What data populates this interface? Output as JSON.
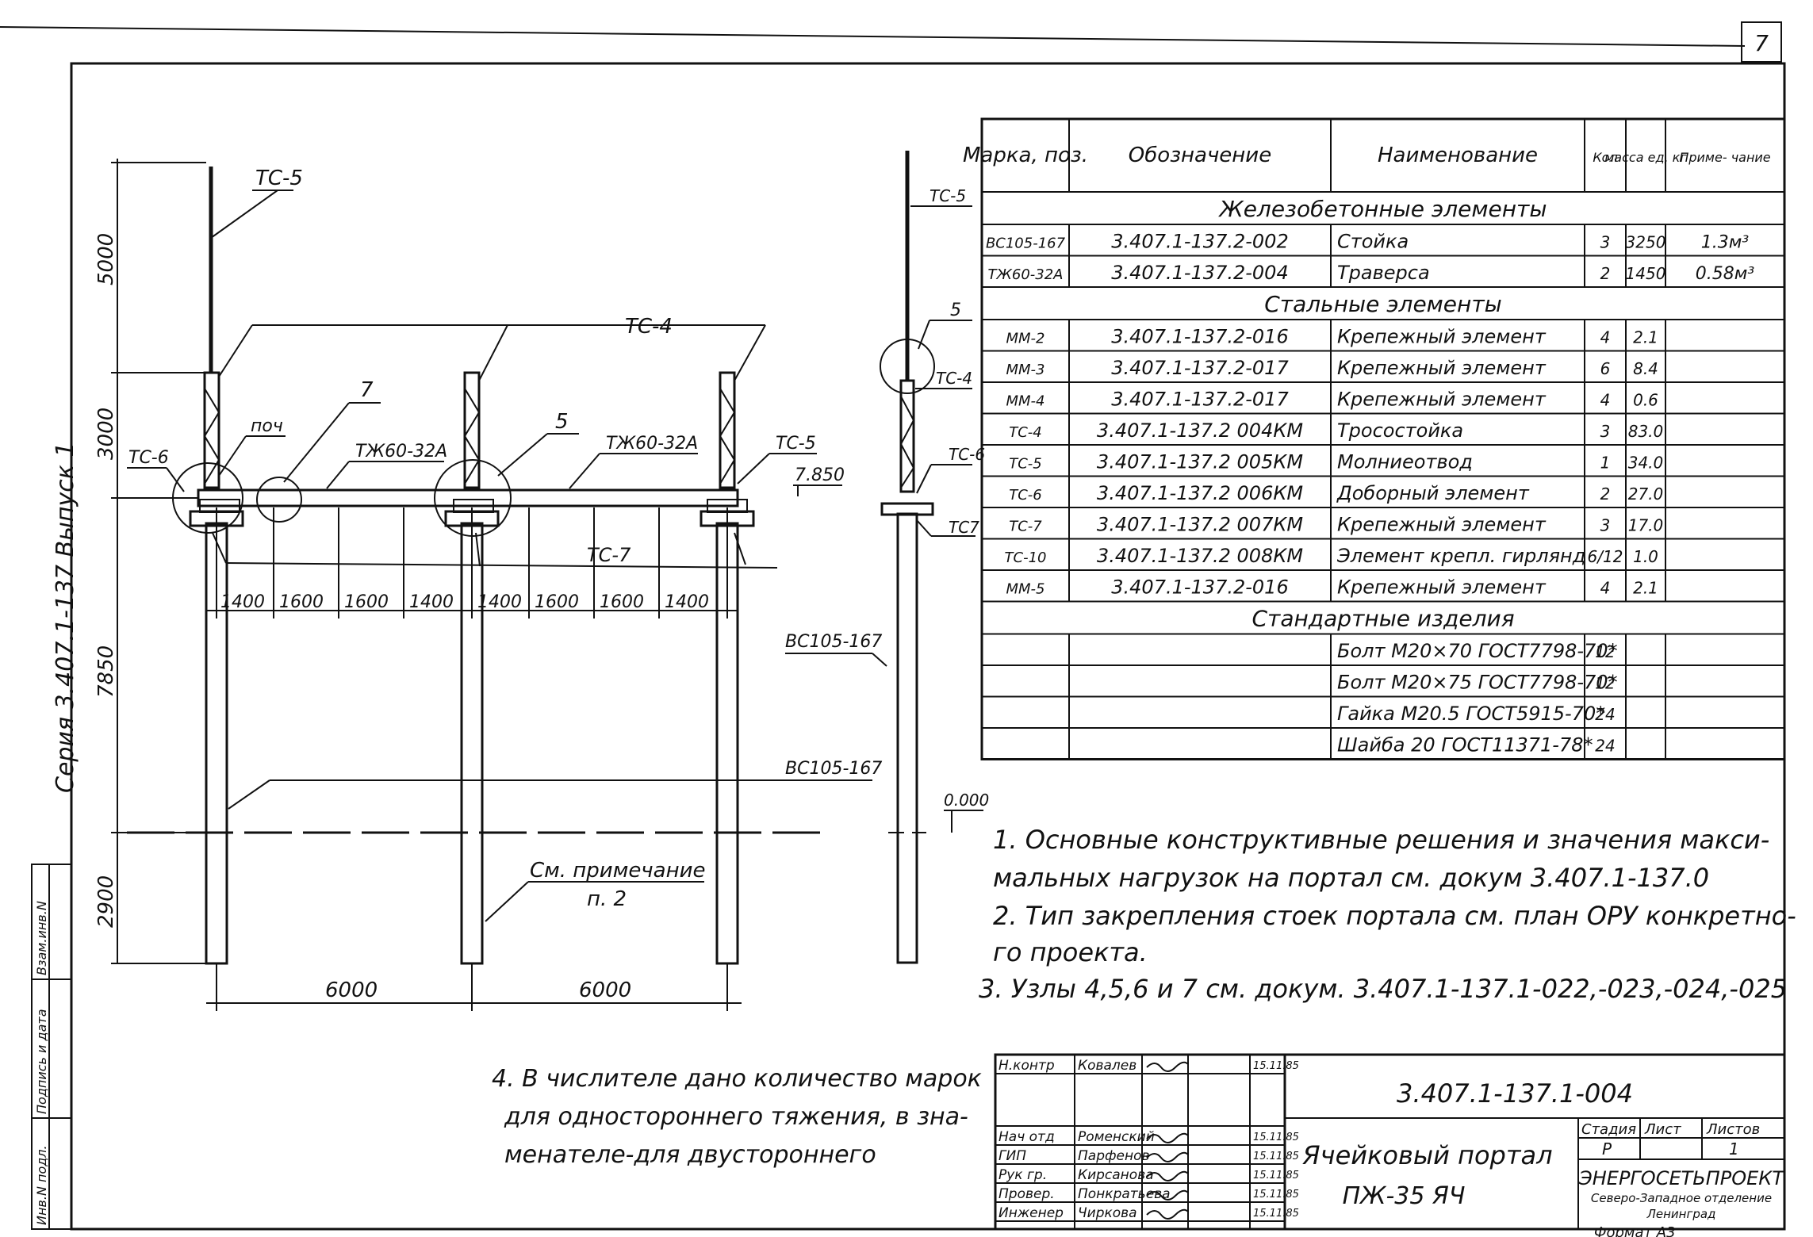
{
  "page_number": "7",
  "side_series": "Серия 3.407.1-137 Выпуск 1",
  "side_stamp": [
    "Инв.N подл.",
    "Подпись и дата",
    "Взам.инв.N"
  ],
  "drawing": {
    "labels": {
      "tc5_top": "ТС-5",
      "tc4": "ТС-4",
      "tc6": "ТС-6",
      "poch": "поч",
      "n7": "7",
      "tzh1": "ТЖ60-32А",
      "n5": "5",
      "tzh2": "ТЖ60-32А",
      "tc5_right": "ТС-5",
      "tc7": "ТС-7",
      "elev_7850": "7.850",
      "bc1": "ВС105-167",
      "bc2": "ВС105-167",
      "elev_0": "0.000",
      "note_ref1": "См. примечание",
      "note_ref2": "п. 2",
      "side_tc5": "ТС-5",
      "side_5": "5",
      "side_tc4": "ТС-4",
      "side_tc6": "ТС-6",
      "side_tc7": "ТС7"
    },
    "dims_vertical": [
      "5000",
      "3000",
      "7850",
      "2900"
    ],
    "dims_top": [
      "1400",
      "1600",
      "1600",
      "1400",
      "1400",
      "1600",
      "1600",
      "1400"
    ],
    "dims_bottom": [
      "6000",
      "6000"
    ]
  },
  "spec_table": {
    "headers": [
      "Марка, поз.",
      "Обозначение",
      "Наименование",
      "Кол",
      "масса ед, кг",
      "Приме- чание"
    ],
    "sections": [
      {
        "title": "Железобетонные элементы",
        "rows": [
          [
            "ВС105-167",
            "3.407.1-137.2-002",
            "Стойка",
            "3",
            "3250",
            "1.3м³"
          ],
          [
            "ТЖ60-32А",
            "3.407.1-137.2-004",
            "Траверса",
            "2",
            "1450",
            "0.58м³"
          ]
        ]
      },
      {
        "title": "Стальные элементы",
        "rows": [
          [
            "ММ-2",
            "3.407.1-137.2-016",
            "Крепежный элемент",
            "4",
            "2.1",
            ""
          ],
          [
            "ММ-3",
            "3.407.1-137.2-017",
            "Крепежный элемент",
            "6",
            "8.4",
            ""
          ],
          [
            "ММ-4",
            "3.407.1-137.2-017",
            "Крепежный элемент",
            "4",
            "0.6",
            ""
          ],
          [
            "ТС-4",
            "3.407.1-137.2 004КМ",
            "Тросостойка",
            "3",
            "83.0",
            ""
          ],
          [
            "ТС-5",
            "3.407.1-137.2 005КМ",
            "Молниеотвод",
            "1",
            "34.0",
            ""
          ],
          [
            "ТС-6",
            "3.407.1-137.2 006КМ",
            "Доборный элемент",
            "2",
            "27.0",
            ""
          ],
          [
            "ТС-7",
            "3.407.1-137.2 007КМ",
            "Крепежный элемент",
            "3",
            "17.0",
            ""
          ],
          [
            "ТС-10",
            "3.407.1-137.2 008КМ",
            "Элемент крепл. гирлянд",
            "6/12",
            "1.0",
            ""
          ],
          [
            "ММ-5",
            "3.407.1-137.2-016",
            "Крепежный элемент",
            "4",
            "2.1",
            ""
          ]
        ]
      },
      {
        "title": "Стандартные изделия",
        "rows": [
          [
            "",
            "",
            "Болт М20×70 ГОСТ7798-70*",
            "12",
            "",
            ""
          ],
          [
            "",
            "",
            "Болт М20×75 ГОСТ7798-70*",
            "12",
            "",
            ""
          ],
          [
            "",
            "",
            "Гайка М20.5 ГОСТ5915-70*",
            "24",
            "",
            ""
          ],
          [
            "",
            "",
            "Шайба 20 ГОСТ11371-78*",
            "24",
            "",
            ""
          ]
        ]
      }
    ]
  },
  "notes": [
    "1. Основные конструктивные решения и значения макси-",
    "мальных нагрузок на портал см. докум 3.407.1-137.0",
    "2. Тип закрепления стоек портала см. план ОРУ конкретно-",
    "го проекта.",
    "3. Узлы 4,5,6 и 7 см. докум. 3.407.1-137.1-022,-023,-024,-025"
  ],
  "note4": [
    "4. В числителе дано количество марок",
    "для одностороннего тяжения, в зна-",
    "менателе-для двустороннего"
  ],
  "title_block": {
    "code": "3.407.1-137.1-004",
    "title_line1": "Ячейковый портал",
    "title_line2": "ПЖ-35 ЯЧ",
    "stage_label": "Стадия",
    "sheet_label": "Лист",
    "sheets_label": "Листов",
    "stage": "Р",
    "sheets": "1",
    "org": "ЭНЕРГОСЕТЬПРОЕКТ",
    "org_sub1": "Северо-Западное отделение",
    "org_sub2": "Ленинград",
    "format": "Формат А3",
    "staff": [
      {
        "role": "Н.контр",
        "name": "Ковалев",
        "date": "15.11.85"
      },
      {
        "role": "Нач отд",
        "name": "Роменский",
        "date": "15.11.85"
      },
      {
        "role": "ГИП",
        "name": "Парфенов",
        "date": "15.11.85"
      },
      {
        "role": "Рук гр.",
        "name": "Кирсанова",
        "date": "15.11.85"
      },
      {
        "role": "Провер.",
        "name": "Понкратьева",
        "date": "15.11.85"
      },
      {
        "role": "Инженер",
        "name": "Чиркова",
        "date": "15.11.85"
      }
    ]
  }
}
